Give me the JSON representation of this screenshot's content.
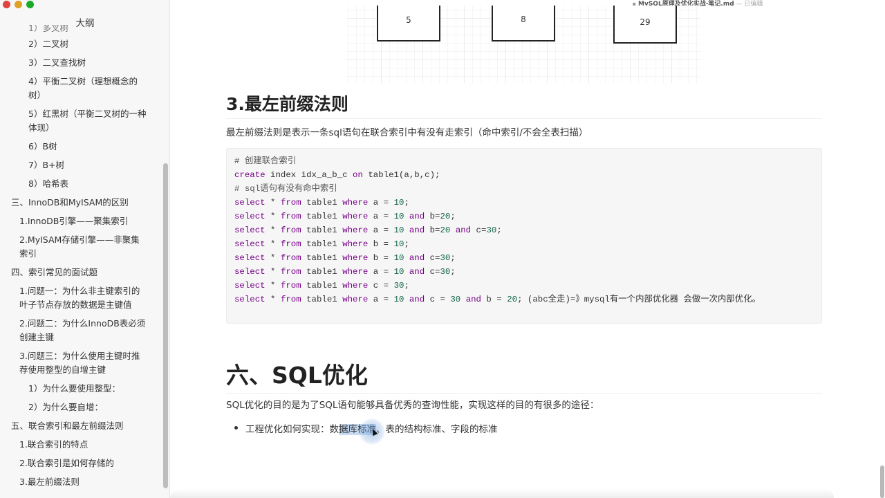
{
  "window": {
    "title_filename": "MySQL原理及优化实战-笔记.md",
    "title_separator": " — ",
    "title_status": "已编辑",
    "traffic_lights": [
      "close",
      "minimize",
      "maximize"
    ]
  },
  "sidebar": {
    "title": "大纲",
    "items": [
      {
        "label": "1）多叉树",
        "level": 3,
        "partially_visible": true
      },
      {
        "label": "2）二叉树",
        "level": 3
      },
      {
        "label": "3）二叉查找树",
        "level": 3
      },
      {
        "label": "4）平衡二叉树（理想概念的树）",
        "level": 3
      },
      {
        "label": "5）红黑树（平衡二叉树的一种体现）",
        "level": 3
      },
      {
        "label": "6）B树",
        "level": 3
      },
      {
        "label": "7）B+树",
        "level": 3
      },
      {
        "label": "8）哈希表",
        "level": 3
      },
      {
        "label": "三、InnoDB和MyISAM的区别",
        "level": 1
      },
      {
        "label": "1.InnoDB引擎——聚集索引",
        "level": 2
      },
      {
        "label": "2.MyISAM存储引擎——非聚集索引",
        "level": 2
      },
      {
        "label": "四、索引常见的面试题",
        "level": 1
      },
      {
        "label": "1.问题一：为什么非主键索引的叶子节点存放的数据是主键值",
        "level": 2
      },
      {
        "label": "2.问题二：为什么InnoDB表必须创建主键",
        "level": 2
      },
      {
        "label": "3.问题三：为什么使用主键时推荐使用整型的自增主键",
        "level": 2
      },
      {
        "label": "1）为什么要使用整型：",
        "level": 3
      },
      {
        "label": "2）为什么要自增：",
        "level": 3
      },
      {
        "label": "五、联合索引和最左前缀法则",
        "level": 1
      },
      {
        "label": "1.联合索引的特点",
        "level": 2
      },
      {
        "label": "2.联合索引是如何存储的",
        "level": 2
      },
      {
        "label": "3.最左前缀法则",
        "level": 2
      }
    ]
  },
  "document": {
    "diagram": {
      "nodes": [
        "5",
        "8",
        "29"
      ]
    },
    "section_heading": "3.最左前缀法则",
    "section_paragraph": "最左前缀法则是表示一条sql语句在联合索引中有没有走索引（命中索引/不会全表扫描）",
    "code_lines": [
      "# 创建联合索引",
      "create index idx_a_b_c on table1(a,b,c);",
      "# sql语句有没有命中索引",
      "select * from table1 where a = 10;",
      "select * from table1 where a = 10 and b=20;",
      "select * from table1 where a = 10 and b=20 and c=30;",
      "select * from table1 where b = 10;",
      "select * from table1 where b = 10 and c=30;",
      "select * from table1 where a = 10 and c=30;",
      "select * from table1 where c = 30;",
      "select * from table1 where a = 10 and c = 30 and b = 20; (abc全走)=》mysql有一个内部优化器 会做一次内部优化。"
    ],
    "h1": "六、SQL优化",
    "h1_paragraph": "SQL优化的目的是为了SQL语句能够具备优秀的查询性能，实现这样的目的有很多的途径：",
    "bullets": [
      {
        "prefix": "工程优化如何实现：数",
        "selected": "据库标准",
        "suffix": "、表的结构标准、字段的标准"
      }
    ]
  },
  "colors": {
    "keyword": "#770088",
    "number": "#116644",
    "selection": "#c6dcf5",
    "sidebar_bg": "#f7f7f7",
    "code_bg": "#f6f6f6"
  }
}
